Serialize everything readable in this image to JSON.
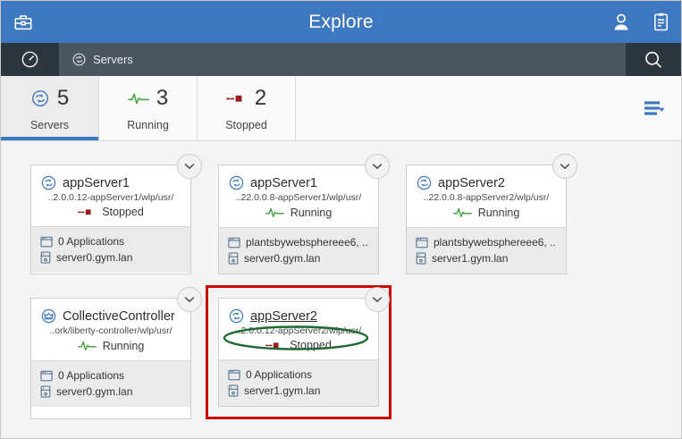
{
  "header": {
    "title": "Explore",
    "left_icon": "toolbox-icon",
    "right_icons": [
      "user-account-icon",
      "clipboard-icon"
    ]
  },
  "toolbar": {
    "home_icon": "dashboard-gauge-icon",
    "breadcrumb": {
      "label": "Servers",
      "icon": "server-ring-icon"
    },
    "search_icon": "search-icon"
  },
  "stats": {
    "items": [
      {
        "count": "5",
        "label": "Servers",
        "icon": "server-ring-icon",
        "active": true
      },
      {
        "count": "3",
        "label": "Running",
        "icon": "pulse-running-icon",
        "active": false
      },
      {
        "count": "2",
        "label": "Stopped",
        "icon": "flatline-stopped-icon",
        "active": false
      }
    ],
    "menu_icon": "list-filter-dropdown-icon"
  },
  "cards": [
    {
      "title": "appServer1",
      "type_icon": "server-ring-icon",
      "path": "..2.0.0.12-appServer1/wlp/usr/",
      "status": "Stopped",
      "status_icon": "flatline-stopped-icon",
      "applications": "0 Applications",
      "host": "server0.gym.lan",
      "annotated": false
    },
    {
      "title": "appServer1",
      "type_icon": "server-ring-icon",
      "path": "..22.0.0.8-appServer1/wlp/usr/",
      "status": "Running",
      "status_icon": "pulse-running-icon",
      "applications": "plantsbywebsphereee6, ...",
      "host": "server0.gym.lan",
      "annotated": false
    },
    {
      "title": "appServer2",
      "type_icon": "server-ring-icon",
      "path": "..22.0.0.8-appServer2/wlp/usr/",
      "status": "Running",
      "status_icon": "pulse-running-icon",
      "applications": "plantsbywebsphereee6, ...",
      "host": "server1.gym.lan",
      "annotated": false
    },
    {
      "title": "CollectiveController",
      "type_icon": "crown-controller-icon",
      "path": "..ork/liberty-controller/wlp/usr/",
      "status": "Running",
      "status_icon": "pulse-running-icon",
      "applications": "0 Applications",
      "host": "server0.gym.lan",
      "annotated": false
    },
    {
      "title": "appServer2",
      "type_icon": "server-ring-icon",
      "path": "..2.0.0.12-appServer2/wlp/usr/",
      "status": "Stopped",
      "status_icon": "flatline-stopped-icon",
      "applications": "0 Applications",
      "host": "server1.gym.lan",
      "annotated": true
    }
  ],
  "annotations": {
    "highlight_box_color": "#cc0000",
    "ellipse_color": "#1d6b31"
  },
  "colors": {
    "header_blue": "#3d78c0",
    "toolbar_dark": "#4a5560",
    "toolbar_darker": "#2e363d",
    "accent": "#3d78c0",
    "running_green": "#4aa54a",
    "stopped_red": "#9b1b1b",
    "page_bg": "#f4f4f4"
  }
}
